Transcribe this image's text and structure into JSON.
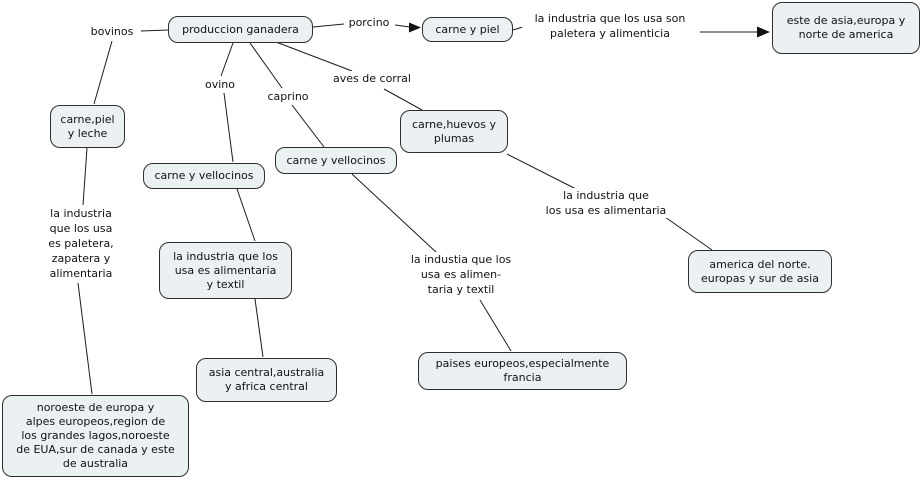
{
  "colors": {
    "background": "#ffffff",
    "node_fill": "#ebf1f3",
    "node_border": "#2e2e2e",
    "connector": "#1c1c1c",
    "text": "#111111"
  },
  "nodes": {
    "produccion_ganadera": {
      "label": "produccion ganadera"
    },
    "carne_y_piel": {
      "label": "carne y piel"
    },
    "este_de_asia": {
      "label": "este de asia,europa y\nnorte de america"
    },
    "carne_piel_y_leche": {
      "label": "carne,piel\ny leche"
    },
    "carne_y_vellocinos_1": {
      "label": "carne y vellocinos"
    },
    "carne_y_vellocinos_2": {
      "label": "carne y vellocinos"
    },
    "carne_huevos_y_plumas": {
      "label": "carne,huevos y\nplumas"
    },
    "industria_alimentaria_textil": {
      "label": "la industria que los\nusa es alimentaria\ny textil"
    },
    "america_del_norte": {
      "label": "america del norte.\neuropas y sur de asia"
    },
    "asia_central": {
      "label": "asia central,australia\ny africa central"
    },
    "paises_europeos": {
      "label": "paises europeos,especialmente\nfrancia"
    },
    "noroeste_de_europa": {
      "label": "noroeste de europa y\nalpes europeos,region de\nlos grandes lagos,noroeste\nde EUA,sur de canada y este\nde australia"
    }
  },
  "edge_labels": {
    "bovinos": "bovinos",
    "porcino": "porcino",
    "ovino": "ovino",
    "caprino": "caprino",
    "aves_de_corral": "aves de corral",
    "industria_son_paletera": "la industria que los usa son\npaletera y alimenticia",
    "industria_paletera_zapatera": "la industria\nque los usa\nes paletera,\nzapatera y\nalimentaria",
    "industria_alimentaria": "la industria que\nlos usa es alimentaria",
    "industia_alimen": "la industia que los\nusa es alimen-\ntaria y textil"
  },
  "edges": [
    {
      "from": "produccion_ganadera",
      "label": "bovinos",
      "to": "carne_piel_y_leche",
      "arrow": false
    },
    {
      "from": "produccion_ganadera",
      "label": "porcino",
      "to": "carne_y_piel",
      "arrow": true
    },
    {
      "from": "carne_y_piel",
      "label": "industria_son_paletera",
      "to": "este_de_asia",
      "arrow": true
    },
    {
      "from": "produccion_ganadera",
      "label": "ovino",
      "to": "carne_y_vellocinos_1",
      "arrow": false
    },
    {
      "from": "produccion_ganadera",
      "label": "caprino",
      "to": "carne_y_vellocinos_2",
      "arrow": false
    },
    {
      "from": "produccion_ganadera",
      "label": "aves_de_corral",
      "to": "carne_huevos_y_plumas",
      "arrow": false
    },
    {
      "from": "carne_piel_y_leche",
      "label": "industria_paletera_zapatera",
      "to": "noroeste_de_europa",
      "arrow": false
    },
    {
      "from": "carne_y_vellocinos_1",
      "label": "",
      "to": "industria_alimentaria_textil",
      "arrow": false
    },
    {
      "from": "industria_alimentaria_textil",
      "label": "",
      "to": "asia_central",
      "arrow": false
    },
    {
      "from": "carne_y_vellocinos_2",
      "label": "industia_alimen",
      "to": "paises_europeos",
      "arrow": false
    },
    {
      "from": "carne_huevos_y_plumas",
      "label": "industria_alimentaria",
      "to": "america_del_norte",
      "arrow": false
    }
  ]
}
